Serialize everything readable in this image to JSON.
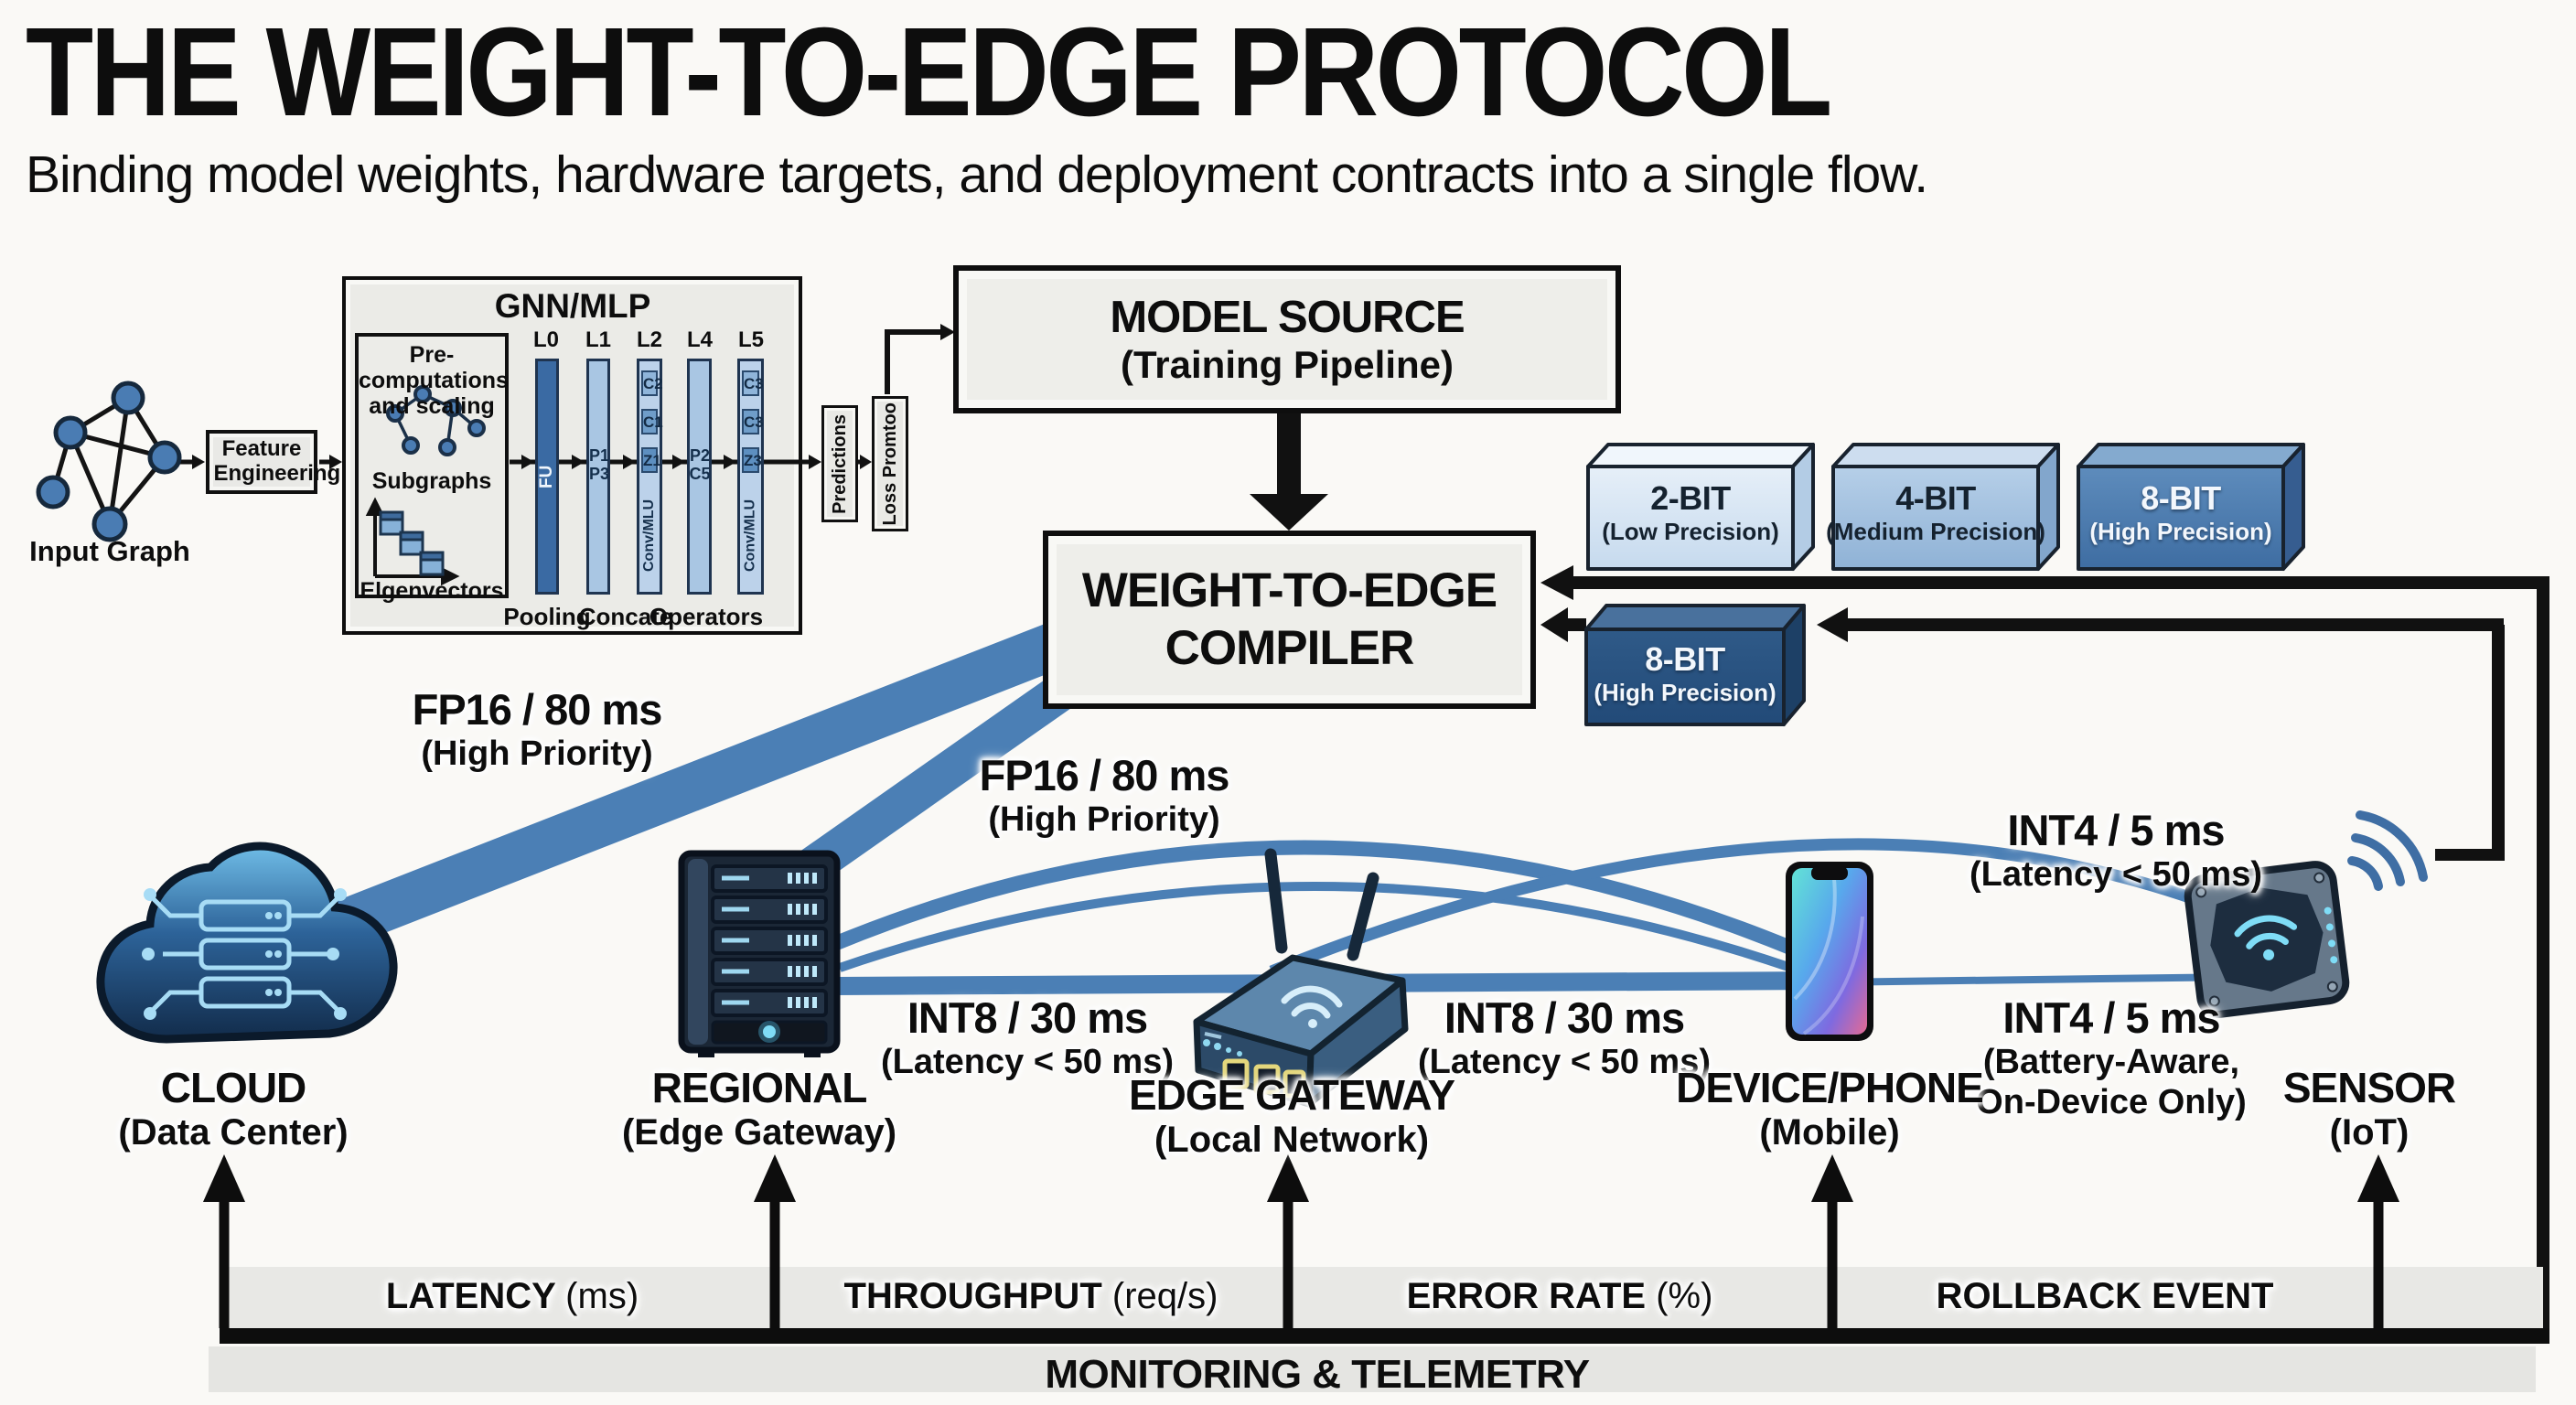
{
  "header": {
    "title": "THE WEIGHT-TO-EDGE PROTOCOL",
    "subtitle": "Binding model weights, hardware targets, and deployment contracts into a single flow."
  },
  "gnn": {
    "title": "GNN/MLP",
    "input_graph_label": "Input Graph",
    "feature_engineering": "Feature Engineering",
    "precompute": {
      "heading": "Pre-computations and scaling",
      "subgraphs": "Subgraphs",
      "eigenvectors": "Elgenvectors"
    },
    "layers": [
      {
        "id": "L0",
        "text": "FU"
      },
      {
        "id": "L1",
        "lines": [
          "P1",
          "P3"
        ]
      },
      {
        "id": "L2",
        "segments": [
          "C2",
          "C1",
          "Z1"
        ],
        "footer": "Conv/MLU"
      },
      {
        "id": "L4",
        "lines": [
          "P2",
          "C5"
        ]
      },
      {
        "id": "L5",
        "segments": [
          "C3",
          "C3",
          "Z3"
        ],
        "footer": "Conv/MLU"
      }
    ],
    "bottom_labels": [
      "Pooling",
      "Concate",
      "Operators"
    ],
    "outputs": [
      "Predictions",
      "Loss Promtoo"
    ]
  },
  "model_source": {
    "title": "MODEL SOURCE",
    "subtitle": "(Training Pipeline)"
  },
  "compiler": {
    "line1": "WEIGHT-TO-EDGE",
    "line2": "COMPILER"
  },
  "precision_boxes": [
    {
      "label": "2-BIT",
      "sub": "(Low Precision)",
      "tone": "light"
    },
    {
      "label": "4-BIT",
      "sub": "(Medium Precision)",
      "tone": "medium"
    },
    {
      "label": "8-BIT",
      "sub": "(High Precision)",
      "tone": "high"
    },
    {
      "label": "8-BIT",
      "sub": "(High Precision)",
      "tone": "high-dark"
    }
  ],
  "links": [
    {
      "value": "FP16 / 80 ms",
      "qualifier": "(High Priority)"
    },
    {
      "value": "FP16 / 80 ms",
      "qualifier": "(High Priority)"
    },
    {
      "value": "INT8 / 30 ms",
      "qualifier": "(Latency < 50 ms)"
    },
    {
      "value": "INT8 / 30 ms",
      "qualifier": "(Latency < 50 ms)"
    },
    {
      "value": "INT4 / 5 ms",
      "qualifier": "(Latency < 50 ms)"
    },
    {
      "value": "INT4 / 5 ms",
      "qualifier": "(Battery-Aware, On-Device Only)"
    }
  ],
  "devices": [
    {
      "name": "CLOUD",
      "sub": "(Data Center)"
    },
    {
      "name": "REGIONAL",
      "sub": "(Edge Gateway)"
    },
    {
      "name": "EDGE GATEWAY",
      "sub": "(Local Network)"
    },
    {
      "name": "DEVICE/PHONE",
      "sub": "(Mobile)"
    },
    {
      "name": "SENSOR",
      "sub": "(IoT)"
    }
  ],
  "monitoring": {
    "metrics": [
      {
        "name": "LATENCY",
        "unit": "(ms)"
      },
      {
        "name": "THROUGHPUT",
        "unit": "(req/s)"
      },
      {
        "name": "ERROR RATE",
        "unit": "(%)"
      },
      {
        "name": "ROLLBACK EVENT",
        "unit": ""
      }
    ],
    "bar_label": "MONITORING & TELEMETRY"
  },
  "icons": [
    "input-graph-icon",
    "subgraph-icon",
    "eigenvector-stairs-icon",
    "cloud-datacenter-icon",
    "server-rack-icon",
    "router-icon",
    "smartphone-icon",
    "iot-sensor-icon",
    "wifi-icon"
  ],
  "colors": {
    "band_blue": "#4b7fb5",
    "outline_black": "#0d0d0d",
    "precision_light": "#dfe9f4",
    "precision_medium": "#a9c6e2",
    "precision_high": "#4a7cb0",
    "precision_high_dark": "#27517f",
    "bar_gray": "#e7e7e4",
    "led_cyan": "#7fdcf6"
  }
}
